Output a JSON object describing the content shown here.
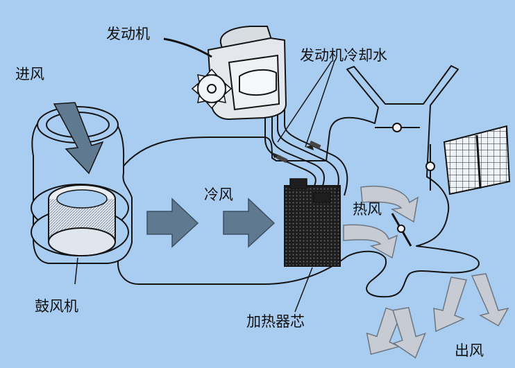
{
  "labels": {
    "engine": "发动机",
    "coolant": "发动机冷却水",
    "air_in": "进风",
    "cold_air": "冷风",
    "hot_air": "热风",
    "blower": "鼓风机",
    "heater_core": "加热器芯",
    "air_out": "出风"
  },
  "colors": {
    "background": "#a9cdf0",
    "line": "#141414",
    "arrow_fill": "#5f7990",
    "hot_arrow_fill": "#c6cbd4",
    "core_fill": "#2a2a2a",
    "grille_fill": "#e8eef4"
  }
}
